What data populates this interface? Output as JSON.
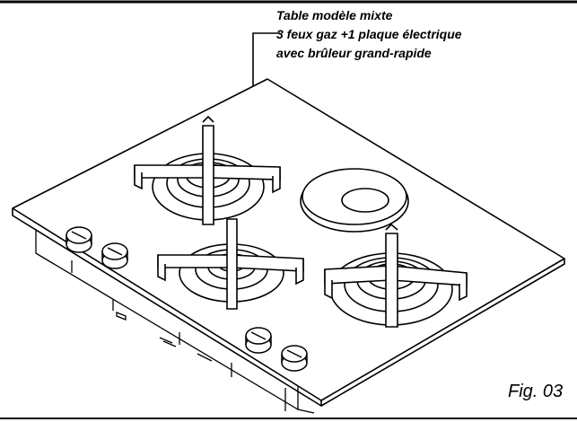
{
  "callout": {
    "line1": "Table modèle mixte",
    "line2": "3 feux gaz +1 plaque électrique",
    "line3": "avec brûleur grand-rapide"
  },
  "figure": {
    "label": "Fig. 03",
    "components": {
      "gas_burners": 3,
      "electric_plates": 1,
      "knobs": 4
    }
  },
  "colors": {
    "line": "#000000",
    "background": "#ffffff"
  }
}
